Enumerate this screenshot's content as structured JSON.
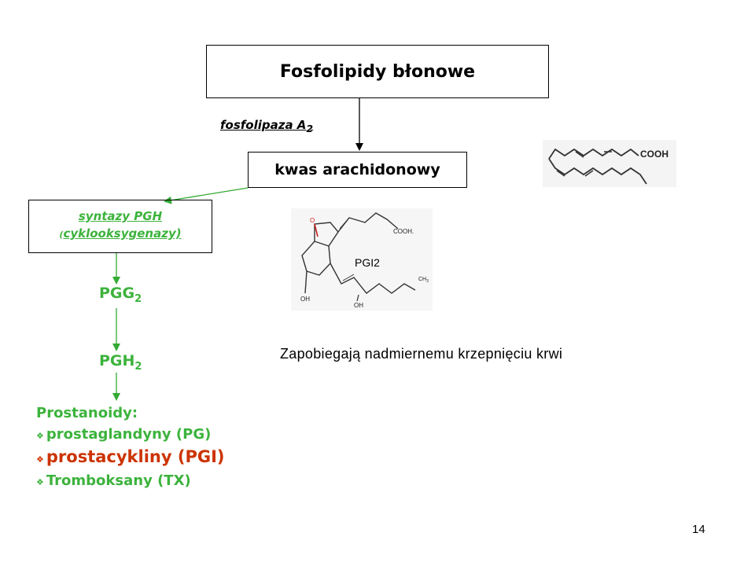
{
  "title": "Fosfolipidy błonowe",
  "enzyme_pla2": {
    "text": "fosfolipaza A",
    "sub": "2"
  },
  "arachidonic": "kwas arachidonowy",
  "cox": {
    "line1": "syntazy PGH",
    "line2_open": "(",
    "line2": "cyklooksygenazy)"
  },
  "pgg": {
    "text": "PGG",
    "sub": "2"
  },
  "pgh": {
    "text": "PGH",
    "sub": "2"
  },
  "prostanoids": {
    "title": "Prostanoidy:",
    "items": [
      "prostaglandyny (PG)",
      "prostacykliny (PGI)",
      "Tromboksany (TX)"
    ]
  },
  "structure_labels": {
    "cooh_upper": "COOH",
    "cooh_lower": "COOH.",
    "oxygen": "O",
    "oh1": "OH",
    "oh2": "OH",
    "ch3": "CH",
    "ch3_sub": "3"
  },
  "pgi2_label": "PGI2",
  "caption": "Zapobiegają nadmiernemu krzepnięciu krwi",
  "page_number": "14",
  "colors": {
    "green": "#3cb33c",
    "red": "#cc3300",
    "arrow_green": "#33aa33"
  }
}
